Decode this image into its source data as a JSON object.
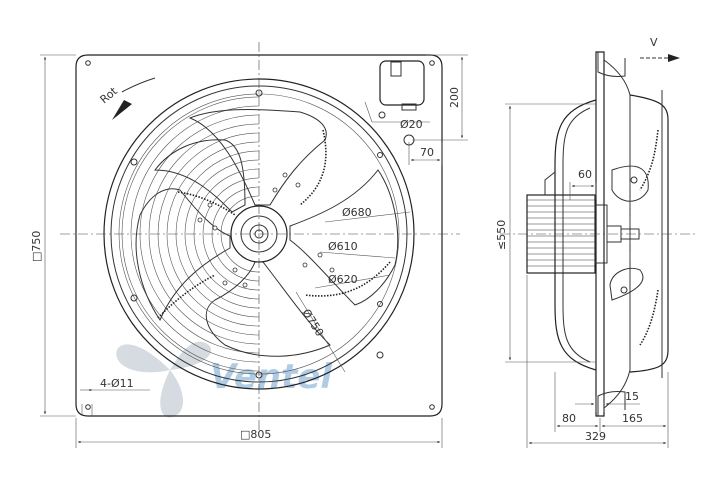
{
  "dimensions": {
    "frame_height": "□750",
    "frame_width": "□805",
    "mount_holes": "4-Ø11",
    "diam_680": "Ø680",
    "diam_610": "Ø610",
    "diam_620": "Ø620",
    "diam_750": "Ø750",
    "diam_20": "Ø20",
    "box_offset_200": "200",
    "box_offset_70": "70",
    "side_height": "≤550",
    "side_60": "60",
    "side_15": "15",
    "side_80": "80",
    "side_165": "165",
    "side_total": "329"
  },
  "annotations": {
    "rotation": "Rot",
    "airflow": "V"
  },
  "watermark": {
    "text": "Ventel",
    "color": "#1e6fb3"
  }
}
